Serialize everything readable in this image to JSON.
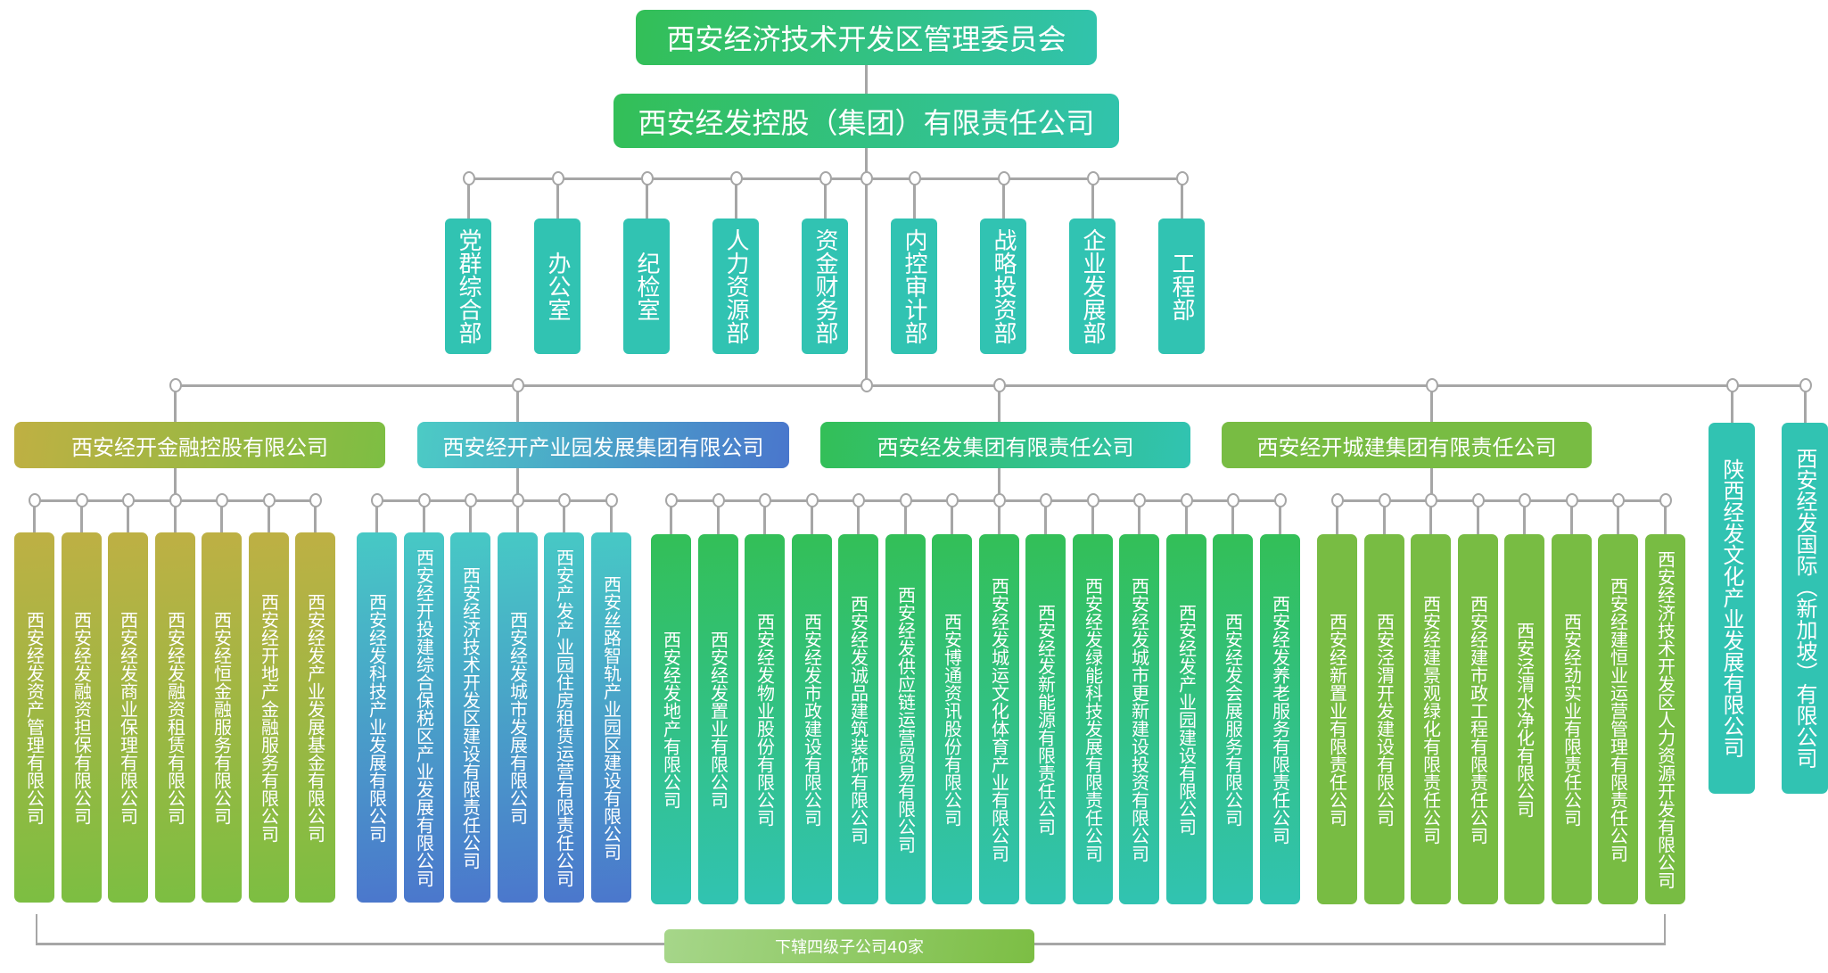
{
  "root": {
    "title": "西安经济技术开发区管理委员会"
  },
  "holding": {
    "title": "西安经发控股（集团）有限责任公司"
  },
  "departments": [
    {
      "label": "党群综合部"
    },
    {
      "label": "办公室"
    },
    {
      "label": "纪检室"
    },
    {
      "label": "人力资源部"
    },
    {
      "label": "资金财务部"
    },
    {
      "label": "内控审计部"
    },
    {
      "label": "战略投资部"
    },
    {
      "label": "企业发展部"
    },
    {
      "label": "工程部"
    }
  ],
  "groups": [
    {
      "name": "西安经开金融控股有限公司",
      "subsidiaries": [
        "西安经发资产管理有限公司",
        "西安经发融资担保有限公司",
        "西安经发商业保理有限公司",
        "西安经发融资租赁有限公司",
        "西安经恒金融服务有限公司",
        "西安经开地产金融服务有限公司",
        "西安经发产业发展基金有限公司"
      ]
    },
    {
      "name": "西安经开产业园发展集团有限公司",
      "subsidiaries": [
        "西安经发科技产业发展有限公司",
        "西安经开投建综合保税区产业发展有限公司",
        "西安经济技术开发区建设有限责任公司",
        "西安经发城市发展有限公司",
        "西安产发产业园住房租赁运营有限责任公司",
        "西安丝路智轨产业园区建设有限公司"
      ]
    },
    {
      "name": "西安经发集团有限责任公司",
      "subsidiaries": [
        "西安经发地产有限公司",
        "西安经发置业有限公司",
        "西安经发物业股份有限公司",
        "西安经发市政建设有限公司",
        "西安经发诚品建筑装饰有限公司",
        "西安经发供应链运营贸易有限公司",
        "西安博通资讯股份有限公司",
        "西安经发城运文化体育产业有限公司",
        "西安经发新能源有限责任公司",
        "西安经发绿能科技发展有限责任公司",
        "西安经发城市更新建设投资有限公司",
        "西安经发产业园建设有限公司",
        "西安经发会展服务有限公司",
        "西安经发养老服务有限责任公司"
      ]
    },
    {
      "name": "西安经开城建集团有限责任公司",
      "subsidiaries": [
        "西安经新置业有限责任公司",
        "西安泾渭开发建设有限公司",
        "西安经建景观绿化有限责任公司",
        "西安经建市政工程有限责任公司",
        "西安泾渭水净化有限公司",
        "西安经劲实业有限责任公司",
        "西安经建恒业运营管理有限责任公司",
        "西安经济技术开发区人力资源开发有限公司"
      ]
    }
  ],
  "direct_subsidiaries": [
    "陕西经发文化产业发展有限公司",
    "西安经发国际（新加坡）有限公司"
  ],
  "summary": {
    "label": "下辖四级子公司40家"
  }
}
